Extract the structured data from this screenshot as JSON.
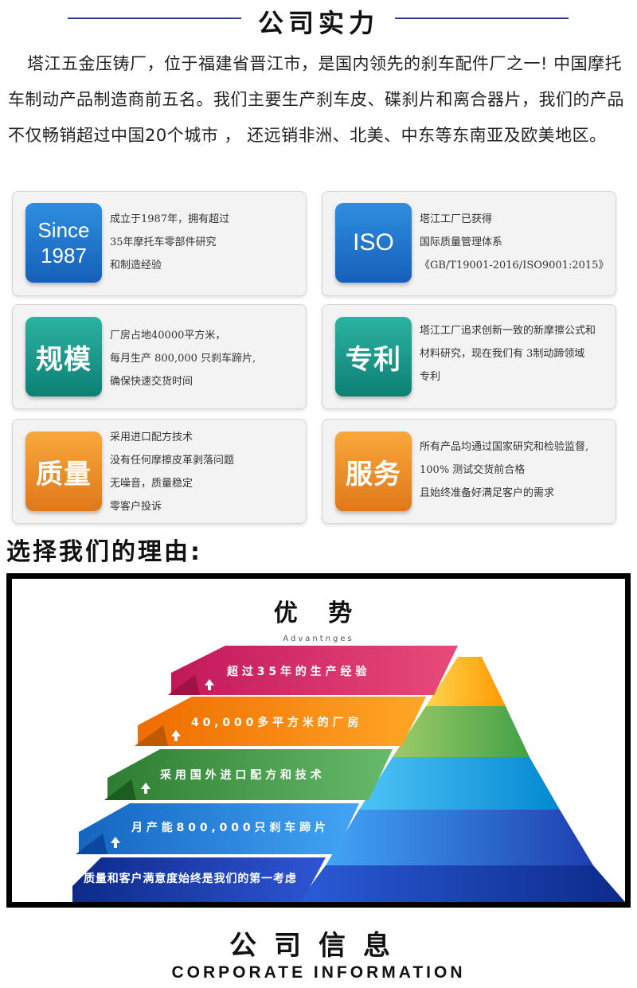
{
  "header": {
    "title": "公司实力"
  },
  "intro": {
    "paragraph": "塔江五金压铸厂，位于福建省晋江市，是国内领先的刹车配件厂之一! 中国摩托车制动产品制造商前五名。我们主要生产刹车皮、碟刹片和离合器片，我们的产品不仅畅销超过中国20个城市 ，  还远销非洲、北美、中东等东南亚及欧美地区。"
  },
  "cards": [
    {
      "tile_line1": "Since",
      "tile_line2": "1987",
      "color": "#1f6fc9",
      "lines": [
        "成立于1987年，拥有超过",
        "35年摩托车零部件研究",
        "和制造经验"
      ]
    },
    {
      "tile_line1": "ISO",
      "tile_line2": "",
      "color": "#1f6fc9",
      "lines": [
        "塔江工厂已获得",
        "国际质量管理体系",
        "《GB/T19001-2016/ISO9001:2015》"
      ]
    },
    {
      "tile_line1": "规模",
      "tile_line2": "",
      "color": "#139688",
      "lines": [
        "厂房占地40000平方米，",
        "每月生产 800,000 只刹车蹄片,",
        "确保快速交货时间"
      ]
    },
    {
      "tile_line1": "专利",
      "tile_line2": "",
      "color": "#139688",
      "lines": [
        "塔江工厂追求创新一致的新摩擦公式和",
        "材料研究，现在我们有 3制动蹄领域",
        "专利"
      ]
    },
    {
      "tile_line1": "质量",
      "tile_line2": "",
      "color": "#ee8e26",
      "lines": [
        "采用进口配方技术",
        "没有任何摩擦皮革剥落问题",
        "无噪音，质量稳定",
        "零客户投诉"
      ]
    },
    {
      "tile_line1": "服务",
      "tile_line2": "",
      "color": "#ee8e26",
      "lines": [
        "所有产品均通过国家研究和检验监督,",
        "100% 测试交货前合格",
        "且始终准备好满足客户的需求"
      ]
    }
  ],
  "reasons": {
    "title": "选择我们的理由:"
  },
  "advantages": {
    "title": "优 势",
    "subtitle": "Advantnges",
    "bands": [
      {
        "text": "超 过 3 5 年 的 生 产 经 验",
        "color": "#d81b60"
      },
      {
        "text": "4 0 , 0 0 0 多 平 方 米 的 厂 房",
        "color": "#f57c00"
      },
      {
        "text": "采 用 国 外 进 口 配 方 和 技 术",
        "color": "#43a047"
      },
      {
        "text": "月 产 能   8 0 0 , 0 0 0   只 刹 车 蹄 片",
        "color": "#1e88e5"
      },
      {
        "text": "质 量 和 客 户 满 意 度 始 终 是 我 们 的 第 一 考 虑",
        "color": "#1a3aa8"
      }
    ]
  },
  "footer": {
    "title": "公司信息",
    "subtitle": "CORPORATE INFORMATION"
  }
}
